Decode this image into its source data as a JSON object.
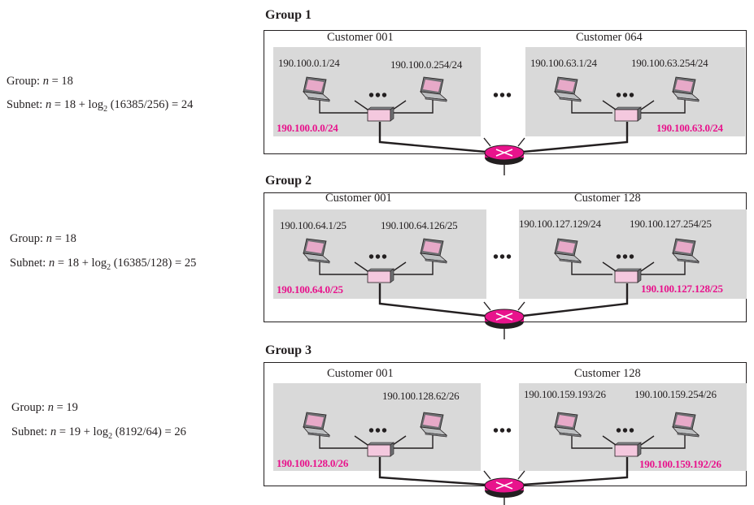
{
  "groups": [
    {
      "title": "Group 1",
      "group_formula": {
        "prefix": "Group: ",
        "var": "n",
        "rest": " = 18"
      },
      "subnet_formula": {
        "prefix": "Subnet: ",
        "var": "n",
        "mid": " = 18 + log",
        "sub": "2",
        "rest": " (16385/256) = 24"
      },
      "customers": [
        {
          "name": "Customer 001",
          "host_left": "190.100.0.1/24",
          "host_right": "190.100.0.254/24",
          "network": "190.100.0.0/24"
        },
        {
          "name": "Customer 064",
          "host_left": "190.100.63.1/24",
          "host_right": "190.100.63.254/24",
          "network": "190.100.63.0/24"
        }
      ]
    },
    {
      "title": "Group 2",
      "group_formula": {
        "prefix": "Group: ",
        "var": "n",
        "rest": " = 18"
      },
      "subnet_formula": {
        "prefix": "Subnet: ",
        "var": "n",
        "mid": " = 18 + log",
        "sub": "2",
        "rest": " (16385/128) = 25"
      },
      "customers": [
        {
          "name": "Customer 001",
          "host_left": "190.100.64.1/25",
          "host_right": "190.100.64.126/25",
          "network": "190.100.64.0/25"
        },
        {
          "name": "Customer 128",
          "host_left": "190.100.127.129/24",
          "host_right": "190.100.127.254/25",
          "network": "190.100.127.128/25"
        }
      ]
    },
    {
      "title": "Group 3",
      "group_formula": {
        "prefix": "Group: ",
        "var": "n",
        "rest": " = 19"
      },
      "subnet_formula": {
        "prefix": "Subnet: ",
        "var": "n",
        "mid": " = 19 + log",
        "sub": "2",
        "rest": " (8192/64) = 26"
      },
      "customers": [
        {
          "name": "Customer 001",
          "host_left": "",
          "host_right": "190.100.128.62/26",
          "network": "190.100.128.0/26"
        },
        {
          "name": "Customer 128",
          "host_left": "190.100.159.193/26",
          "host_right": "190.100.159.254/26",
          "network": "190.100.159.192/26"
        }
      ]
    }
  ],
  "ellipsis": "•••",
  "colors": {
    "network_label": "#e8138c",
    "customer_bg": "#d9d9d9",
    "router_fill": "#e8138c",
    "switch_fill": "#f4c8de",
    "laptop_screen": "#e7a9c8"
  },
  "icons": {
    "host": "laptop-icon",
    "lan_device": "switch-icon",
    "group_router": "router-icon"
  }
}
